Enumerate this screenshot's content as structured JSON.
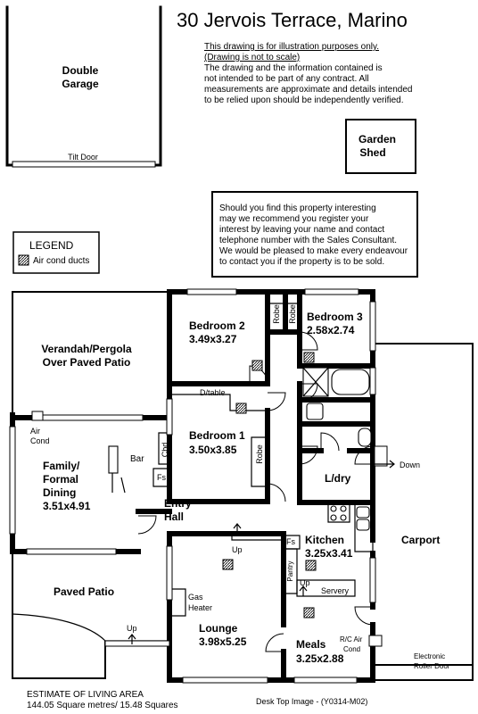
{
  "title": "30 Jervois Terrace, Marino",
  "disclaimer": {
    "line1": "This drawing is for illustration purposes only.",
    "line2": "(Drawing is not to scale)",
    "line3": "The drawing and the information contained is",
    "line4": "not intended to be part of any contract.  All",
    "line5": "measurements are approximate and details intended",
    "line6": "to be relied upon should be independently verified."
  },
  "notice": {
    "line1": "Should you find this property interesting",
    "line2": "may we recommend you register your",
    "line3": "interest by leaving your name and contact",
    "line4": "telephone number with the Sales Consultant.",
    "line5": "We would be pleased to make every endeavour",
    "line6": "to contact you if the property is to be sold."
  },
  "legend": {
    "title": "LEGEND",
    "item": "Air cond ducts"
  },
  "garage": {
    "line1": "Double",
    "line2": "Garage",
    "door": "Tilt Door"
  },
  "shed": {
    "line1": "Garden",
    "line2": "Shed"
  },
  "rooms": {
    "verandah": {
      "line1": "Verandah/Pergola",
      "line2": "Over Paved Patio"
    },
    "bedroom2": {
      "name": "Bedroom 2",
      "size": "3.49x3.27"
    },
    "bedroom3": {
      "name": "Bedroom 3",
      "size": "2.58x2.74"
    },
    "bedroom1": {
      "name": "Bedroom 1",
      "size": "3.50x3.85"
    },
    "family": {
      "line1": "Family/",
      "line2": "Formal",
      "line3": "Dining",
      "size": "3.51x4.91"
    },
    "entry": {
      "line1": "Entry",
      "line2": "Hall"
    },
    "kitchen": {
      "name": "Kitchen",
      "size": "3.25x3.41"
    },
    "laundry": {
      "name": "L/dry"
    },
    "lounge": {
      "name": "Lounge",
      "size": "3.98x5.25"
    },
    "meals": {
      "name": "Meals",
      "size": "3.25x2.88"
    },
    "patio": {
      "name": "Paved Patio"
    },
    "carport": {
      "name": "Carport"
    }
  },
  "fixtures": {
    "robe": "Robe",
    "dtable": "D/table",
    "cbd": "Cbd",
    "bar": "Bar",
    "fs": "Fs",
    "aircond_line1": "Air",
    "aircond_line2": "Cond",
    "gas_line1": "Gas",
    "gas_line2": "Heater",
    "pantry": "Pantry",
    "servery": "Servery",
    "up": "Up",
    "down": "Down",
    "rc_line1": "R/C Air",
    "rc_line2": "Cond",
    "roller_line1": "Electronic",
    "roller_line2": "Roller Door"
  },
  "footer": {
    "estimate_title": "ESTIMATE OF LIVING AREA",
    "estimate_value": "144.05 Square metres/  15.48 Squares",
    "image_ref": "Desk Top Image - (Y0314-M02)"
  }
}
